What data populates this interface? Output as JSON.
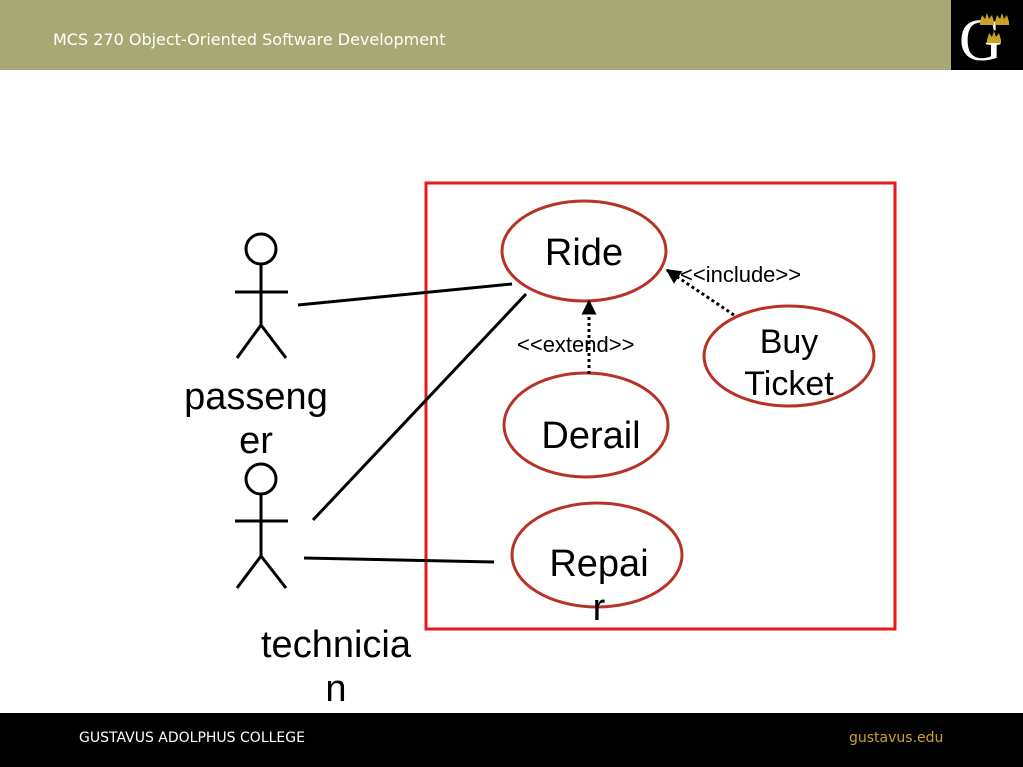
{
  "header": {
    "title": "MCS 270 Object-Oriented Software Development",
    "logo_icon": "gustavus-g-crown-logo-icon"
  },
  "diagram": {
    "actors": [
      {
        "label": "passenger",
        "label_lines": [
          "passeng",
          "er"
        ]
      },
      {
        "label": "technician",
        "label_lines": [
          "technicia",
          "n"
        ]
      }
    ],
    "use_cases": {
      "ride": "Ride",
      "buy_ticket_lines": [
        "Buy",
        "Ticket"
      ],
      "derail": "Derail",
      "repair_lines": [
        "Repai",
        "r"
      ]
    },
    "relationships": {
      "include": "<<include>>",
      "extend": "<<extend>>"
    },
    "colors": {
      "system_boundary": "#e8191d",
      "use_case_border": "#b83327",
      "lines": "#000000"
    }
  },
  "footer": {
    "college": "GUSTAVUS ADOLPHUS COLLEGE",
    "website": "gustavus.edu",
    "website_color": "#c9a227"
  }
}
